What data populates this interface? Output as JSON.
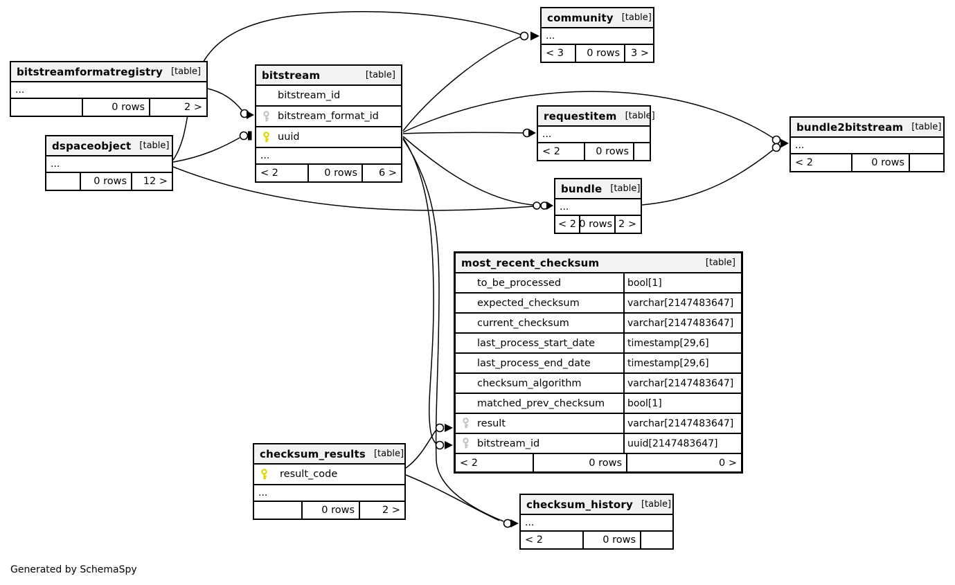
{
  "footer_note": "Generated by SchemaSpy",
  "colors": {
    "background": "#ffffff",
    "table_border": "#000000",
    "header_bg": "#f2f2f2",
    "primary_key": "#ddd600",
    "foreign_key": "#c4c4c4",
    "line": "#000000"
  },
  "tables": [
    {
      "name": "community",
      "tag": "[table]",
      "rows": [
        {
          "icon": null,
          "name": "...",
          "type": ""
        }
      ],
      "footer": {
        "left": "< 3",
        "mid": "0 rows",
        "right": "3 >"
      }
    },
    {
      "name": "bitstreamformatregistry",
      "tag": "[table]",
      "rows": [
        {
          "icon": null,
          "name": "...",
          "type": ""
        }
      ],
      "footer": {
        "left": "",
        "mid": "0 rows",
        "right": "2 >"
      }
    },
    {
      "name": "bitstream",
      "tag": "[table]",
      "rows": [
        {
          "icon": null,
          "name": "bitstream_id",
          "type": ""
        },
        {
          "icon": "foreign-key-icon",
          "name": "bitstream_format_id",
          "type": ""
        },
        {
          "icon": "primary-key-icon",
          "name": "uuid",
          "type": ""
        },
        {
          "icon": null,
          "name": "...",
          "type": ""
        }
      ],
      "footer": {
        "left": "< 2",
        "mid": "0 rows",
        "right": "6 >"
      }
    },
    {
      "name": "dspaceobject",
      "tag": "[table]",
      "rows": [
        {
          "icon": null,
          "name": "...",
          "type": ""
        }
      ],
      "footer": {
        "left": "",
        "mid": "0 rows",
        "right": "12 >"
      }
    },
    {
      "name": "requestitem",
      "tag": "[table]",
      "rows": [
        {
          "icon": null,
          "name": "...",
          "type": ""
        }
      ],
      "footer": {
        "left": "< 2",
        "mid": "0 rows",
        "right": ""
      }
    },
    {
      "name": "bundle2bitstream",
      "tag": "[table]",
      "rows": [
        {
          "icon": null,
          "name": "...",
          "type": ""
        }
      ],
      "footer": {
        "left": "< 2",
        "mid": "0 rows",
        "right": ""
      }
    },
    {
      "name": "bundle",
      "tag": "[table]",
      "rows": [
        {
          "icon": null,
          "name": "...",
          "type": ""
        }
      ],
      "footer": {
        "left": "< 2",
        "mid": "0 rows",
        "right": "2 >"
      }
    },
    {
      "name": "most_recent_checksum",
      "tag": "[table]",
      "rows": [
        {
          "icon": null,
          "name": "to_be_processed",
          "type": "bool[1]"
        },
        {
          "icon": null,
          "name": "expected_checksum",
          "type": "varchar[2147483647]"
        },
        {
          "icon": null,
          "name": "current_checksum",
          "type": "varchar[2147483647]"
        },
        {
          "icon": null,
          "name": "last_process_start_date",
          "type": "timestamp[29,6]"
        },
        {
          "icon": null,
          "name": "last_process_end_date",
          "type": "timestamp[29,6]"
        },
        {
          "icon": null,
          "name": "checksum_algorithm",
          "type": "varchar[2147483647]"
        },
        {
          "icon": null,
          "name": "matched_prev_checksum",
          "type": "bool[1]"
        },
        {
          "icon": "foreign-key-icon",
          "name": "result",
          "type": "varchar[2147483647]"
        },
        {
          "icon": "foreign-key-icon",
          "name": "bitstream_id",
          "type": "uuid[2147483647]"
        }
      ],
      "footer": {
        "left": "< 2",
        "mid": "0 rows",
        "right": "0 >"
      }
    },
    {
      "name": "checksum_results",
      "tag": "[table]",
      "rows": [
        {
          "icon": "primary-key-icon",
          "name": "result_code",
          "type": ""
        },
        {
          "icon": null,
          "name": "...",
          "type": ""
        }
      ],
      "footer": {
        "left": "",
        "mid": "0 rows",
        "right": "2 >"
      }
    },
    {
      "name": "checksum_history",
      "tag": "[table]",
      "rows": [
        {
          "icon": null,
          "name": "...",
          "type": ""
        }
      ],
      "footer": {
        "left": "< 2",
        "mid": "0 rows",
        "right": ""
      }
    }
  ],
  "relationships": [
    {
      "from": "bitstreamformatregistry",
      "to": "bitstream.bitstream_format_id"
    },
    {
      "from": "dspaceobject",
      "to": "bitstream.uuid"
    },
    {
      "from": "dspaceobject",
      "to": "community"
    },
    {
      "from": "bitstream",
      "to": "community"
    },
    {
      "from": "bitstream",
      "to": "requestitem"
    },
    {
      "from": "bitstream",
      "to": "bundle2bitstream"
    },
    {
      "from": "bundle",
      "to": "bundle2bitstream"
    },
    {
      "from": "bitstream",
      "to": "bundle"
    },
    {
      "from": "dspaceobject",
      "to": "bundle"
    },
    {
      "from": "bitstream",
      "to": "most_recent_checksum.bitstream_id"
    },
    {
      "from": "checksum_results",
      "to": "most_recent_checksum.result"
    },
    {
      "from": "bitstream",
      "to": "checksum_history"
    },
    {
      "from": "checksum_results",
      "to": "checksum_history"
    }
  ]
}
